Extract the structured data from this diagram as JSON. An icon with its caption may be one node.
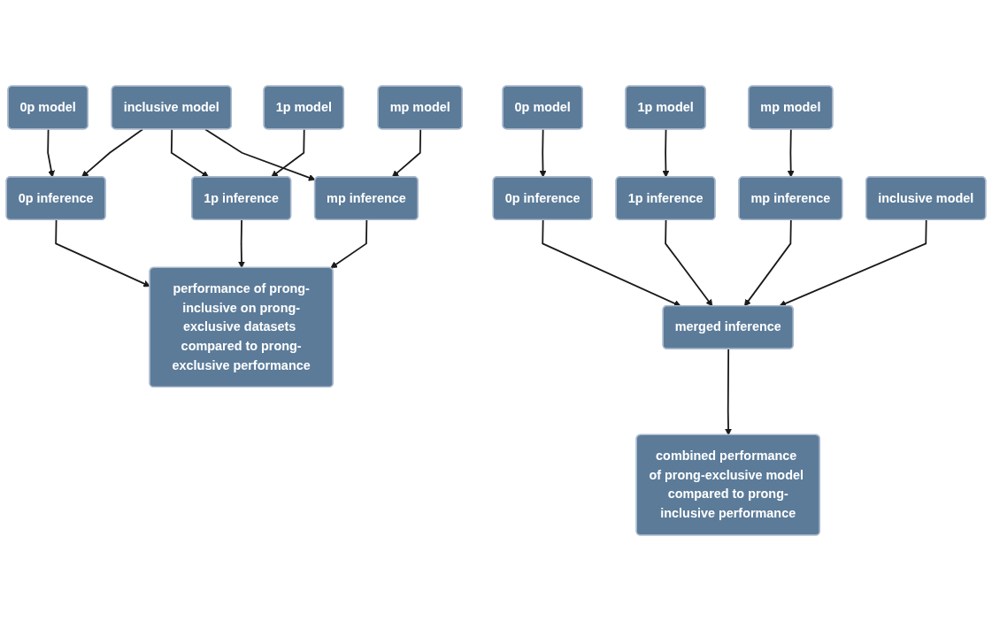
{
  "diagram": {
    "nodes": [
      {
        "text": [
          "inclusive model"
        ]
      },
      {
        "text": [
          "0p model"
        ]
      },
      {
        "text": [
          "1p model"
        ]
      },
      {
        "text": [
          "mp model"
        ]
      },
      {
        "text": [
          "0p inference"
        ]
      },
      {
        "text": [
          "1p inference"
        ]
      },
      {
        "text": [
          "mp inference"
        ]
      },
      {
        "text": [
          "performance of prong-inclusive on prong-exclusive datasets compared to prong-exclusive performance"
        ]
      },
      {
        "text": [
          "0p model"
        ]
      },
      {
        "text": [
          "1p model"
        ]
      },
      {
        "text": [
          "mp model"
        ]
      },
      {
        "text": [
          "0p inference"
        ]
      },
      {
        "text": [
          "1p inference"
        ]
      },
      {
        "text": [
          "mp inference"
        ]
      },
      {
        "text": [
          "merged inference"
        ]
      },
      {
        "text": [
          "inclusive model"
        ]
      },
      {
        "text": [
          "combined performance of prong-exclusive model compared to prong-inclusive performance"
        ]
      }
    ],
    "edges": [
      {
        "from": 0,
        "to": 4,
        "arrow": "to"
      },
      {
        "from": 0,
        "to": 5,
        "arrow": "to"
      },
      {
        "from": 0,
        "to": 6,
        "arrow": "to"
      },
      {
        "from": 1,
        "to": 4,
        "arrow": "to"
      },
      {
        "from": 2,
        "to": 5,
        "arrow": "to"
      },
      {
        "from": 3,
        "to": 6,
        "arrow": "to"
      },
      {
        "from": 4,
        "to": 7,
        "arrow": "to"
      },
      {
        "from": 5,
        "to": 7,
        "arrow": "to"
      },
      {
        "from": 6,
        "to": 7,
        "arrow": "to"
      },
      {
        "from": 8,
        "to": 11,
        "arrow": "to"
      },
      {
        "from": 9,
        "to": 12,
        "arrow": "to"
      },
      {
        "from": 10,
        "to": 13,
        "arrow": "to"
      },
      {
        "from": 11,
        "to": 14,
        "arrow": "to"
      },
      {
        "from": 12,
        "to": 14,
        "arrow": "to"
      },
      {
        "from": 13,
        "to": 14,
        "arrow": "to"
      },
      {
        "from": 15,
        "to": 14,
        "arrow": "to"
      },
      {
        "from": 14,
        "to": 16,
        "arrow": "to"
      }
    ]
  }
}
